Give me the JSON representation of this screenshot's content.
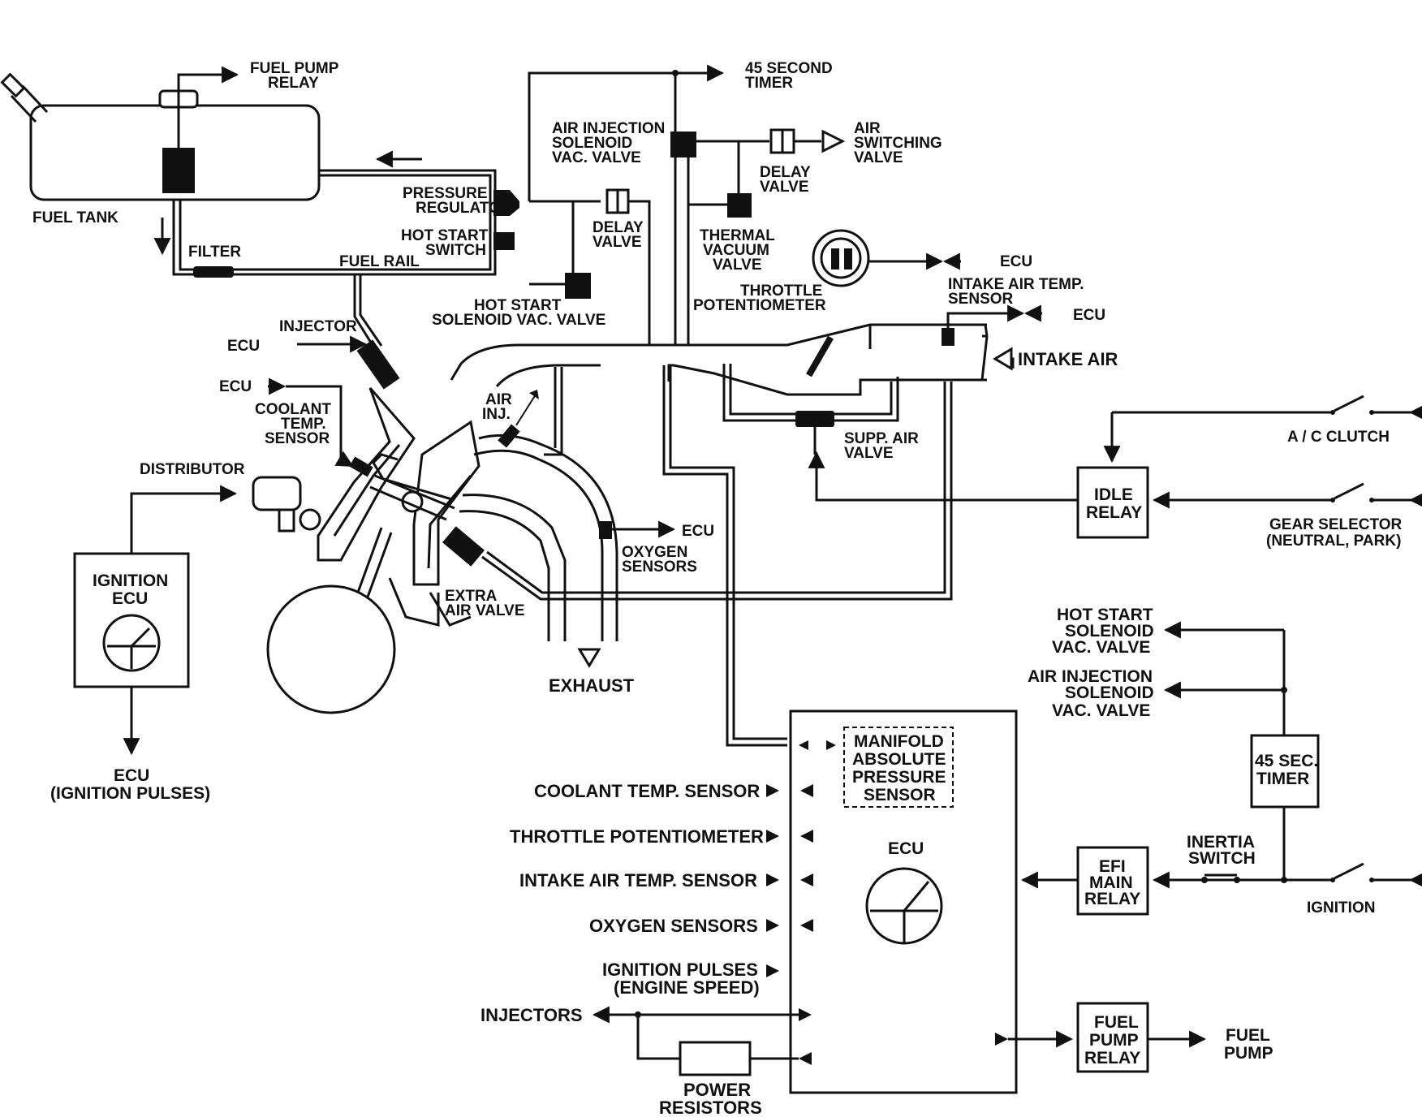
{
  "labels": {
    "fuel_pump_relay_top": [
      "FUEL PUMP",
      "RELAY"
    ],
    "fuel_tank": "FUEL TANK",
    "filter": "FILTER",
    "fuel_rail": "FUEL RAIL",
    "pressure_regulator": [
      "PRESSURE",
      "REGULATOR"
    ],
    "hot_start_switch": [
      "HOT START",
      "SWITCH"
    ],
    "timer_45_second": [
      "45 SECOND",
      "TIMER"
    ],
    "air_injection_solenoid": [
      "AIR INJECTION",
      "SOLENOID",
      "VAC. VALVE"
    ],
    "air_switching_valve": [
      "AIR",
      "SWITCHING",
      "VALVE"
    ],
    "delay_valve_right": [
      "DELAY",
      "VALVE"
    ],
    "delay_valve_left": [
      "DELAY",
      "VALVE"
    ],
    "thermal_vacuum_valve": [
      "THERMAL",
      "VACUUM",
      "VALVE"
    ],
    "throttle_potentiometer": [
      "THROTTLE",
      "POTENTIOMETER"
    ],
    "ecu_throttle": "ECU",
    "intake_air_temp_sensor": [
      "INTAKE AIR TEMP.",
      "SENSOR"
    ],
    "ecu_intake": "ECU",
    "hot_start_solenoid": [
      "HOT START",
      "SOLENOID VAC. VALVE"
    ],
    "injector": "INJECTOR",
    "ecu_injector": "ECU",
    "ecu_coolant": "ECU",
    "coolant_temp_sensor": [
      "COOLANT",
      "TEMP.",
      "SENSOR"
    ],
    "distributor": "DISTRIBUTOR",
    "air_inj": [
      "AIR",
      "INJ."
    ],
    "intake_air": "INTAKE AIR",
    "supp_air_valve": [
      "SUPP. AIR",
      "VALVE"
    ],
    "ecu_oxygen": "ECU",
    "oxygen_sensors": [
      "OXYGEN",
      "SENSORS"
    ],
    "extra_air_valve": [
      "EXTRA",
      "AIR VALVE"
    ],
    "exhaust": "EXHAUST",
    "ac_clutch": "A / C CLUTCH",
    "gear_selector": [
      "GEAR SELECTOR",
      "(NEUTRAL, PARK)"
    ],
    "ecu_ignition_pulses": [
      "ECU",
      "(IGNITION PULSES)"
    ],
    "hot_start_solenoid_right": [
      "HOT START",
      "SOLENOID",
      "VAC. VALVE"
    ],
    "air_injection_solenoid_right": [
      "AIR INJECTION",
      "SOLENOID",
      "VAC. VALVE"
    ],
    "inertia_switch": [
      "INERTIA",
      "SWITCH"
    ],
    "ignition": "IGNITION",
    "fuel_pump": [
      "FUEL",
      "PUMP"
    ],
    "injectors": "INJECTORS",
    "power_resistors": [
      "POWER",
      "RESISTORS"
    ]
  },
  "boxes": {
    "ignition_ecu": [
      "IGNITION",
      "ECU"
    ],
    "idle_relay": [
      "IDLE",
      "RELAY"
    ],
    "timer_45_sec": [
      "45 SEC.",
      "TIMER"
    ],
    "efi_main_relay": [
      "EFI",
      "MAIN",
      "RELAY"
    ],
    "fuel_pump_relay": [
      "FUEL",
      "PUMP",
      "RELAY"
    ],
    "ecu_main": "ECU",
    "map_sensor": [
      "MANIFOLD",
      "ABSOLUTE",
      "PRESSURE",
      "SENSOR"
    ]
  },
  "ecu_inputs": [
    "COOLANT TEMP. SENSOR",
    "THROTTLE POTENTIOMETER",
    "INTAKE AIR TEMP. SENSOR",
    "OXYGEN SENSORS",
    [
      "IGNITION PULSES",
      "(ENGINE SPEED)"
    ]
  ]
}
